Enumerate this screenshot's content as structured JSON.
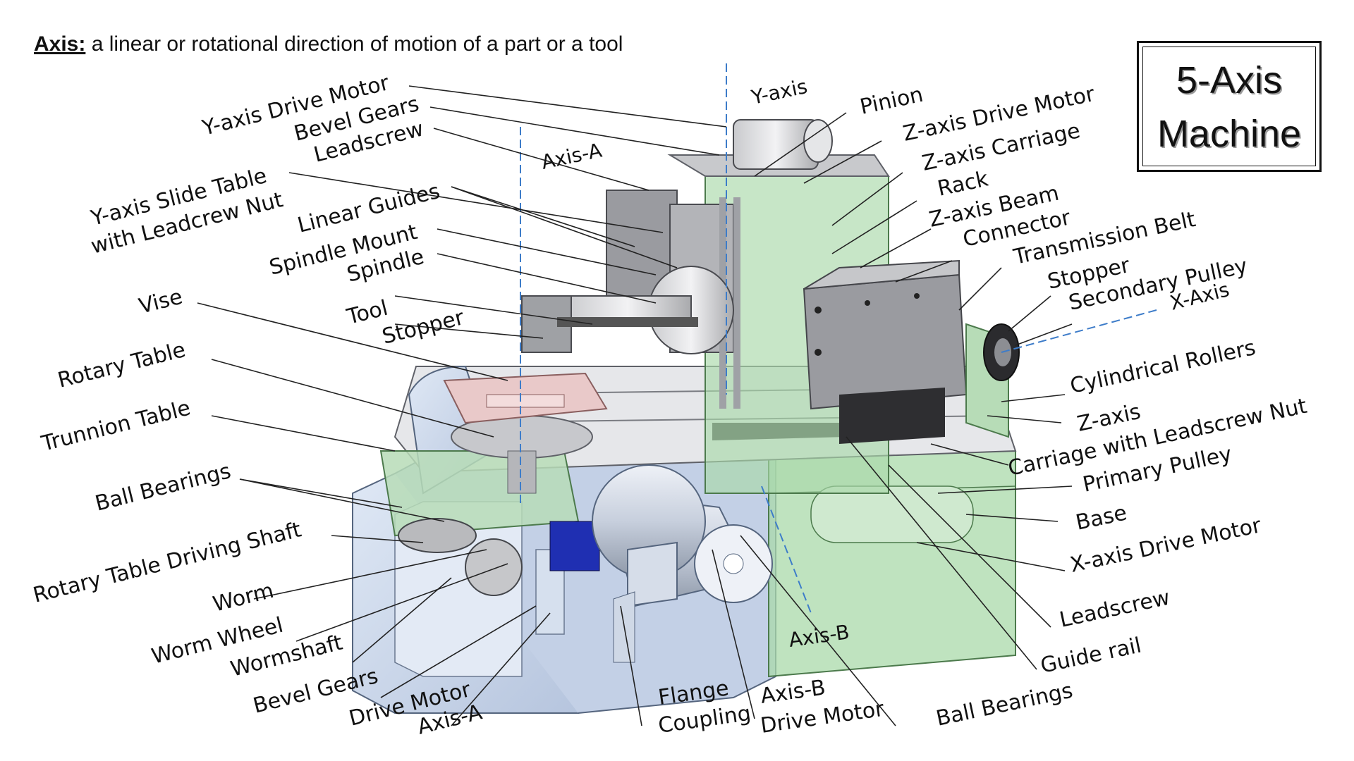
{
  "definition": {
    "term": "Axis:",
    "text": " a linear or rotational direction of motion of a part or a tool"
  },
  "title": {
    "line1": "5-Axis",
    "line2": "Machine"
  },
  "colors": {
    "frame_blue": "#c9d6ea",
    "frame_stroke": "#5a6880",
    "green_transparent": "#a9d9a9",
    "metal_gray": "#9a9ba0",
    "pink_vise": "#e9c9c9",
    "axis_line": "#3d7cc9"
  },
  "axis_markers": {
    "y_axis": "Y-axis",
    "axis_a": "Axis-A",
    "x_axis": "X-Axis",
    "axis_b": "Axis-B"
  },
  "labels_left": [
    "Y-axis Drive Motor",
    "Bevel Gears",
    "Leadscrew",
    "Y-axis Slide Table",
    "with Leadcrew Nut",
    "Linear Guides",
    "Spindle Mount",
    "Spindle",
    "Vise",
    "Tool",
    "Stopper",
    "Rotary Table",
    "Trunnion Table",
    "Ball Bearings",
    "Rotary Table Driving Shaft",
    "Worm",
    "Worm Wheel",
    "Wormshaft",
    "Bevel Gears",
    "Drive Motor",
    "Axis-A"
  ],
  "labels_bottom": [
    "Flange",
    "Coupling",
    "Axis-B",
    "Drive Motor",
    "Ball Bearings"
  ],
  "labels_right": [
    "Pinion",
    "Z-axis Drive Motor",
    "Z-axis Carriage",
    "Rack",
    "Z-axis Beam",
    "Connector",
    "Transmission Belt",
    "Stopper",
    "Secondary Pulley",
    "Cylindrical Rollers",
    "Z-axis",
    "Carriage with Leadscrew Nut",
    "Primary Pulley",
    "Base",
    "X-axis Drive Motor",
    "Leadscrew",
    "Guide rail"
  ]
}
